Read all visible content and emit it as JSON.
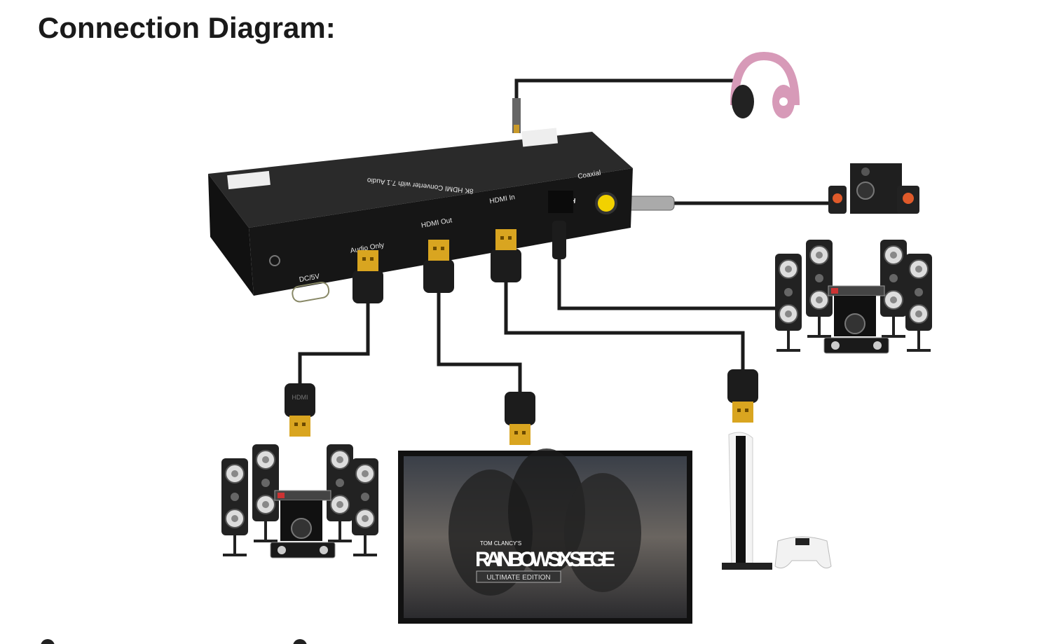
{
  "title": "Connection Diagram:",
  "device": {
    "name": "8K HDMI Converter with 7.1 Audio",
    "logo": "HDMI",
    "ports": {
      "power": "DC/5V",
      "audio_only": "Audio Only",
      "hdmi_out": "HDMI Out",
      "hdmi_in": "HDMI In",
      "coaxial": "Coaxial"
    }
  },
  "cable_label": "HDMI",
  "tv": {
    "brand": "TOM CLANCY'S",
    "game": "RAINBOW SIX SIEGE",
    "edition": "ULTIMATE EDITION"
  },
  "colors": {
    "cable": "#1b1b1b",
    "gold": "#d9a520",
    "headphone": "#d79ab8",
    "coax": "#f2d100"
  }
}
